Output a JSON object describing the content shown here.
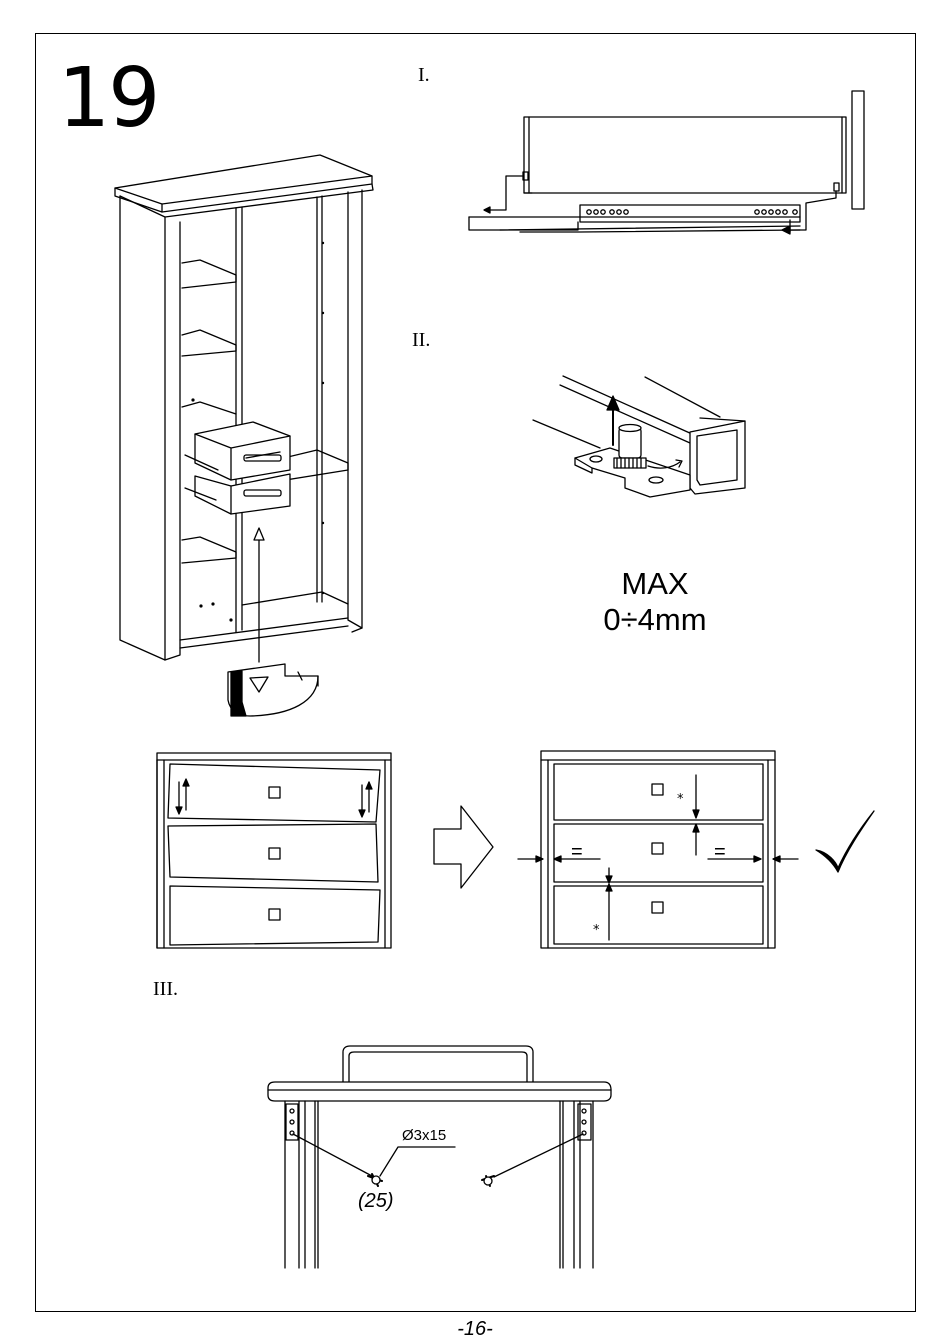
{
  "step_number": "19",
  "sections": {
    "one": "I.",
    "two": "II.",
    "three": "III."
  },
  "adjustment": {
    "line1": "MAX",
    "line2": "0÷4mm"
  },
  "fastener": {
    "spec": "Ø3x15",
    "quantity": "(25)"
  },
  "marks": {
    "equal": "=",
    "asterisk": "*"
  },
  "page_number": "-16-",
  "icons": [
    "hinge-screwdriver-icon",
    "arrow-right-icon",
    "checkmark-icon"
  ]
}
